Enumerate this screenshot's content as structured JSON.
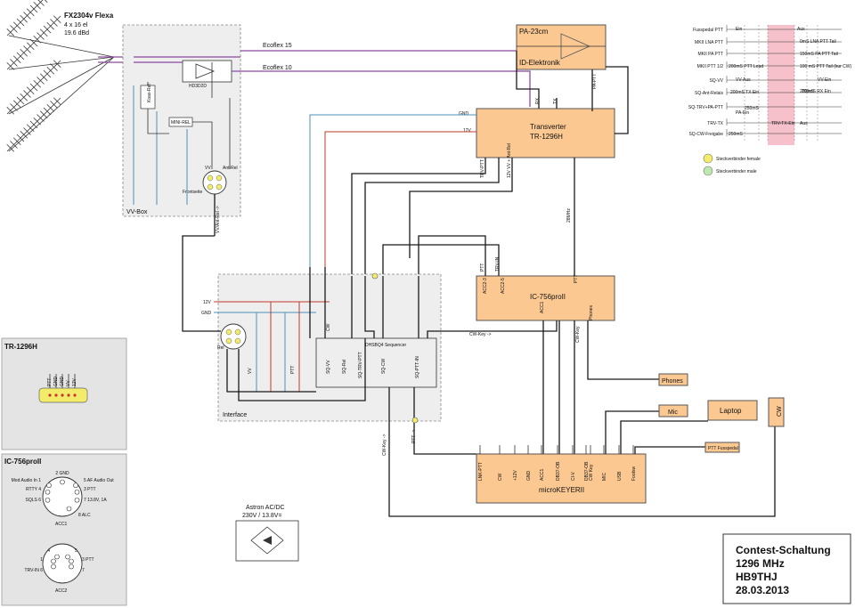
{
  "antenna": {
    "model": "FX2304v Flexa",
    "config": "4 x 16 el",
    "gain": "19.6 dBd"
  },
  "cables": {
    "ecoflex15": "Ecoflex 15",
    "ecoflex10": "Ecoflex 10"
  },
  "vvbox": {
    "title": "VV-Box",
    "hdsdd": "HD3D2D",
    "relay": "Koax-Rel",
    "mini_rel": "MINI-REL",
    "connector": "Frontseite",
    "vv_pin": "VV",
    "ant_pin": "Ant-Rel",
    "in_label": "VV/Ant-Rel ->"
  },
  "pa": {
    "title": "PA-23cm",
    "subtitle": "ID-Elektronik",
    "pin_ptt": "PA-PTT"
  },
  "transverter": {
    "title": "Transverter",
    "model": "TR-1296H",
    "gnd": "GND",
    "v12": "12V",
    "pin_rx": "RX",
    "pin_tx": "TX",
    "pin_ptt": "TRV-PTT",
    "pin_vv": "12V VV + Ant-Rel",
    "pin_if": "28MHz"
  },
  "icom": {
    "title": "IC-756proII",
    "pin_acc1": "ACC1",
    "pin_acc2": "ACC2-3",
    "pin_acc3": "ACC2-5",
    "pin_ptt": "PTT",
    "pin_trv": "TRV-IN",
    "pin_cwkey": "CW-Key",
    "pin_phones": "Phones",
    "pin_acc1b": "ACC1"
  },
  "interface": {
    "title": "Interface",
    "v12": "12V",
    "gnd": "GND",
    "sequencer": "DHSBQ4 Sequencer",
    "seq_vv": "SQ-VV",
    "seq_rel": "SQ-Rel",
    "seq_trv": "SQ-TRV-PTT",
    "seq_cw": "SQ-CW",
    "seq_in": "SQ-PTT-IN",
    "cw_key": "CW-Key ->",
    "vv_label": "VV",
    "ptt_label": "PTT",
    "cw_label": "CW",
    "rel_label": "Rel"
  },
  "keyer": {
    "title": "microKEYERII",
    "pins": [
      "LNK-PTT",
      "CW",
      "+12V",
      "GND",
      "ACC1",
      "DB37-OB",
      "CI-V",
      "DB37-OB",
      "CW Key",
      "MIC",
      "USB",
      "Footsw"
    ]
  },
  "peripherals": {
    "phones": "Phones",
    "mic": "Mic",
    "laptop": "Laptop",
    "cw": "CW",
    "ptt_footswitch": "PTT Fusspedal",
    "ptt_in": "PTT ->",
    "cw_in": "CW-Key ->"
  },
  "tr1296_pinout": {
    "title": "TR-1296H",
    "pins": [
      "PTT",
      "GND",
      "GND",
      "VV",
      "12V"
    ]
  },
  "ic756_pinout": {
    "title": "IC-756proII",
    "acc1_label": "ACC1",
    "acc2_label": "ACC2",
    "acc1_pins": [
      {
        "n": "2",
        "label": "GND"
      },
      {
        "n": "1",
        "label": "Mod Audio In"
      },
      {
        "n": "5",
        "label": "AF Audio Out"
      },
      {
        "n": "4",
        "label": "RTTY"
      },
      {
        "n": "3",
        "label": "PTT"
      },
      {
        "n": "6",
        "label": "SQLS"
      },
      {
        "n": "7",
        "label": "13.8V, 1A"
      },
      {
        "n": "8",
        "label": "ALC"
      }
    ],
    "acc2_pins": [
      {
        "n": "4",
        "label": ""
      },
      {
        "n": "5",
        "label": ""
      },
      {
        "n": "1",
        "label": ""
      },
      {
        "n": "3",
        "label": "PTT"
      },
      {
        "n": "6",
        "label": "TRV-IN"
      },
      {
        "n": "7",
        "label": ""
      }
    ]
  },
  "power": {
    "title": "Astron AC/DC",
    "spec": "230V / 13.8V="
  },
  "timing": {
    "rows": [
      "Fusspedal PTT",
      "MKII LNA PTT",
      "MKII PA PTT",
      "MKII PTT 1/2",
      "SQ-VV",
      "SQ-Ant-Relais",
      "SQ-TRV+PA-PTT",
      "TRV-TX",
      "SQ-CW-Freigabe"
    ],
    "labels": [
      "Ein",
      "Aus",
      "0mS LNA PTT Tail",
      "150mS PA PTT Tail",
      "100 mS PTT Tail (kur CW)",
      "200mS PTT Lead",
      "VV-Aus",
      "VV-Ein",
      "200mS",
      "200mS TX Ein",
      "200mS RX Ein",
      "250mS",
      "TRV-TX-Ein",
      "PA-Ein",
      "Aus",
      "250mS"
    ],
    "legend_female": "Steckverbinder female",
    "legend_male": "Steckverbinder male"
  },
  "title_block": {
    "line1": "Contest-Schaltung",
    "line2": "1296 MHz",
    "line3": "HB9THJ",
    "line4": "28.03.2013"
  },
  "colors": {
    "box_fill": "#fbc892",
    "timing_highlight": "#f6c1cb",
    "legend_female": "#f3ec6a",
    "legend_male": "#bfe8b0"
  }
}
